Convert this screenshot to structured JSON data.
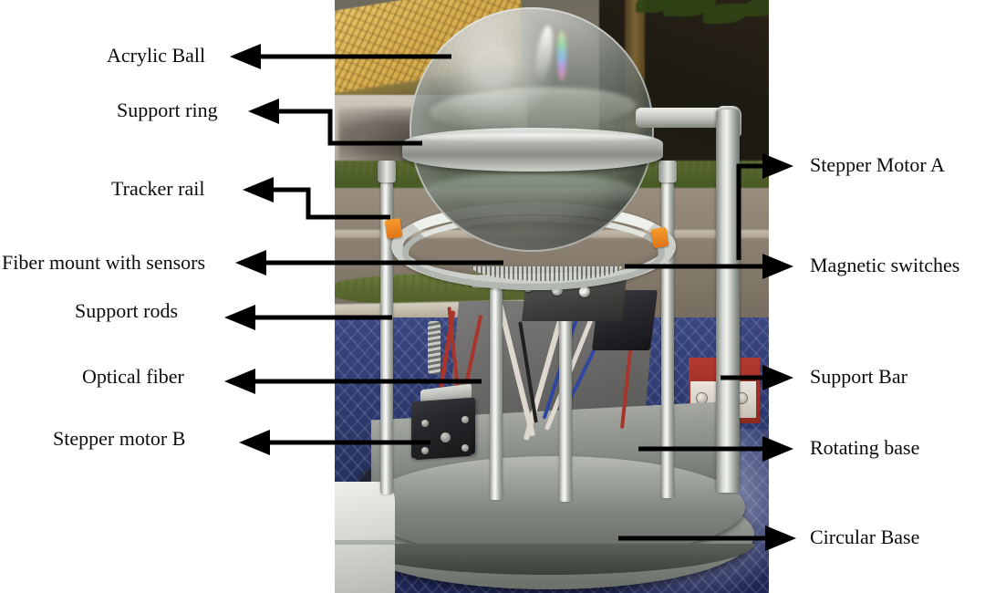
{
  "figure": {
    "title": "Annotated solar tracker apparatus photograph",
    "photo_subject": "Acrylic ball solar tracker prototype on rotating base, outdoor setting"
  },
  "annotations": {
    "left": [
      {
        "id": "acrylic-ball",
        "label": "Acrylic Ball"
      },
      {
        "id": "support-ring",
        "label": "Support ring"
      },
      {
        "id": "tracker-rail",
        "label": "Tracker rail"
      },
      {
        "id": "fiber-mount",
        "label": "Fiber mount with sensors"
      },
      {
        "id": "support-rods",
        "label": "Support rods"
      },
      {
        "id": "optical-fiber",
        "label": "Optical fiber"
      },
      {
        "id": "stepper-motor-b",
        "label": "Stepper motor B"
      }
    ],
    "right": [
      {
        "id": "stepper-motor-a",
        "label": "Stepper Motor A"
      },
      {
        "id": "magnetic-switches",
        "label": "Magnetic switches"
      },
      {
        "id": "support-bar",
        "label": "Support Bar"
      },
      {
        "id": "rotating-base",
        "label": "Rotating base"
      },
      {
        "id": "circular-base",
        "label": "Circular Base"
      }
    ]
  },
  "colors": {
    "background": "#ffffff",
    "text": "#0c0c0c",
    "arrow": "#000000",
    "tarp_blue": "#2e3a6e",
    "magnet_orange": "#e0741a",
    "roof_tan": "#d9ae4e"
  }
}
